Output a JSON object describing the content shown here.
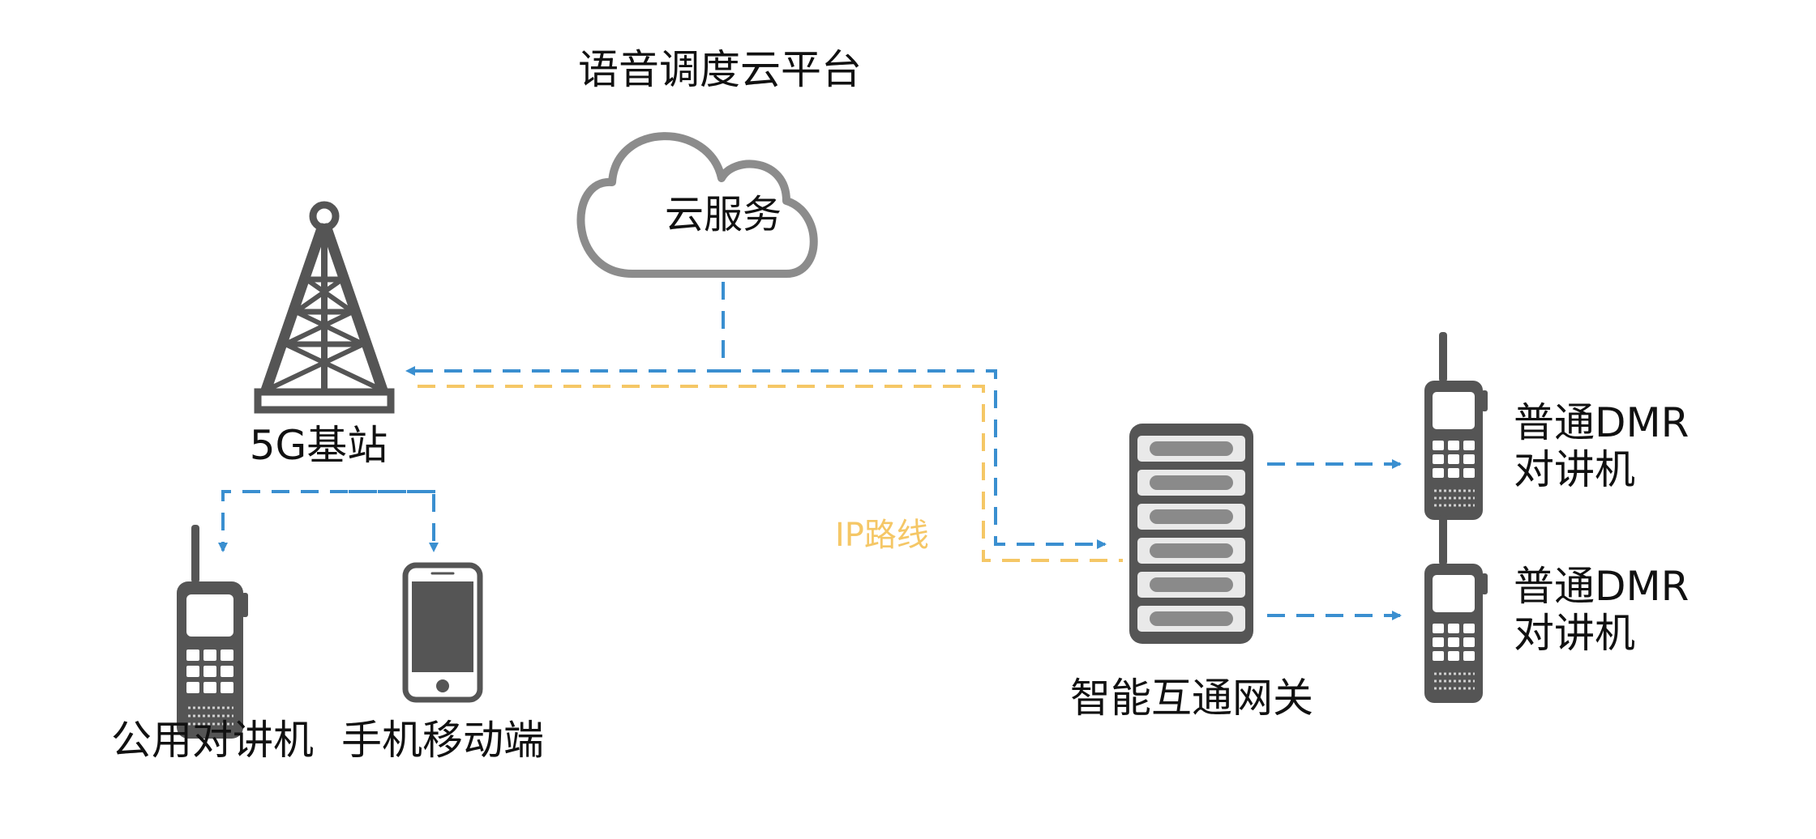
{
  "platform": {
    "title": "语音调度云平台",
    "cloud_label": "云服务"
  },
  "base_station": {
    "label": "5G基站"
  },
  "terminals": {
    "public_radio": "公用对讲机",
    "mobile_phone": "手机移动端"
  },
  "gateway": {
    "label": "智能互通网关"
  },
  "ip_route": {
    "label": "IP路线"
  },
  "dmr_radios": [
    {
      "label": "普通DMR\n对讲机"
    },
    {
      "label": "普通DMR\n对讲机"
    }
  ],
  "colors": {
    "icon_gray": "#555555",
    "cloud_outline": "#8c8c8c",
    "blue_link": "#3a8fd0",
    "yellow_link": "#f5c766",
    "text": "#111111"
  }
}
